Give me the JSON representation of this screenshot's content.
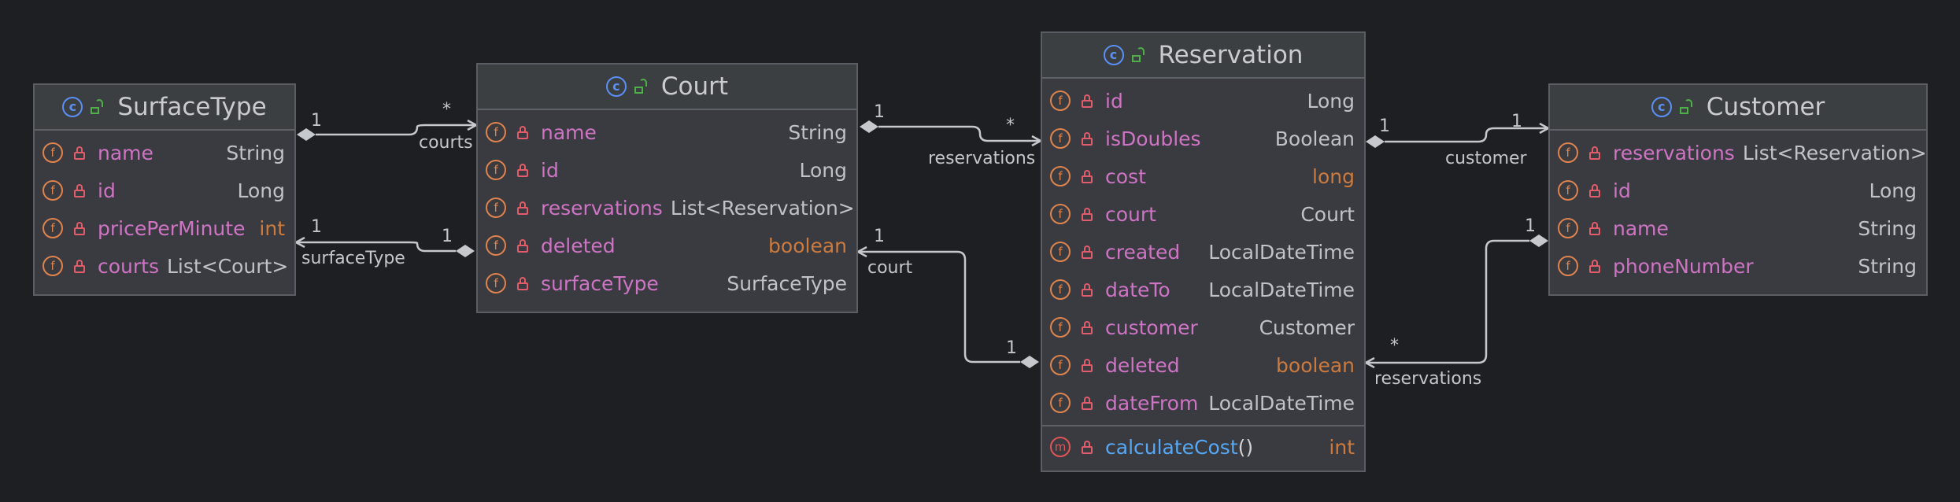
{
  "colors": {
    "background": "#1e1f22",
    "class_body": "#393b40",
    "field_name": "#cf74c4",
    "type_text": "#bfc2c6",
    "primitive_type": "#cc7a3e",
    "method_name": "#56a8f5"
  },
  "icons": {
    "class": "class-icon",
    "public": "public-visibility-icon",
    "field": "field-icon",
    "method": "method-icon",
    "private": "private-lock-icon"
  },
  "classes": {
    "surfacetype": {
      "name": "SurfaceType",
      "fields": [
        {
          "name": "name",
          "type": "String"
        },
        {
          "name": "id",
          "type": "Long"
        },
        {
          "name": "pricePerMinute",
          "type": "int"
        },
        {
          "name": "courts",
          "type": "List<Court>"
        }
      ]
    },
    "court": {
      "name": "Court",
      "fields": [
        {
          "name": "name",
          "type": "String"
        },
        {
          "name": "id",
          "type": "Long"
        },
        {
          "name": "reservations",
          "type": "List<Reservation>"
        },
        {
          "name": "deleted",
          "type": "boolean"
        },
        {
          "name": "surfaceType",
          "type": "SurfaceType"
        }
      ]
    },
    "reservation": {
      "name": "Reservation",
      "fields": [
        {
          "name": "id",
          "type": "Long"
        },
        {
          "name": "isDoubles",
          "type": "Boolean"
        },
        {
          "name": "cost",
          "type": "long"
        },
        {
          "name": "court",
          "type": "Court"
        },
        {
          "name": "created",
          "type": "LocalDateTime"
        },
        {
          "name": "dateTo",
          "type": "LocalDateTime"
        },
        {
          "name": "customer",
          "type": "Customer"
        },
        {
          "name": "deleted",
          "type": "boolean"
        },
        {
          "name": "dateFrom",
          "type": "LocalDateTime"
        }
      ],
      "methods": [
        {
          "name": "calculateCost",
          "params": "()",
          "type": "int"
        }
      ]
    },
    "customer": {
      "name": "Customer",
      "fields": [
        {
          "name": "reservations",
          "type": "List<Reservation>"
        },
        {
          "name": "id",
          "type": "Long"
        },
        {
          "name": "name",
          "type": "String"
        },
        {
          "name": "phoneNumber",
          "type": "String"
        }
      ]
    }
  },
  "edges": {
    "surface_courts": {
      "from_mult": "1",
      "to_mult": "*",
      "role": "courts"
    },
    "court_surface": {
      "from_mult": "1",
      "to_mult": "1",
      "role": "surfaceType"
    },
    "court_reservations": {
      "from_mult": "1",
      "to_mult": "*",
      "role": "reservations"
    },
    "reservation_court": {
      "from_mult": "1",
      "to_mult": "1",
      "role": "court"
    },
    "reservation_customer": {
      "from_mult": "1",
      "to_mult": "1",
      "role": "customer"
    },
    "customer_reservations": {
      "from_mult": "1",
      "to_mult": "*",
      "role": "reservations"
    }
  }
}
